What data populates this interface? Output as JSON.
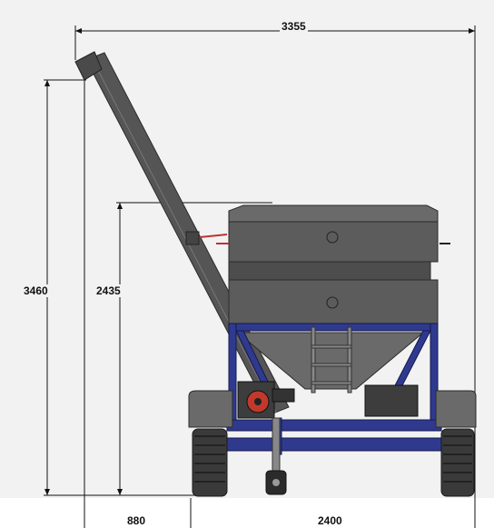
{
  "dimensions": {
    "overall_width": "3355",
    "overall_height": "3460",
    "hopper_height": "2435",
    "auger_offset": "880",
    "wheel_track": "2400"
  },
  "colors": {
    "background": "#f2f2f2",
    "hopper": "#5c5c5c",
    "hopper_dark": "#444444",
    "frame": "#2f3a8f",
    "tire": "#3a3a3a",
    "engine_red": "#c0392b",
    "dim_line": "#111111"
  }
}
